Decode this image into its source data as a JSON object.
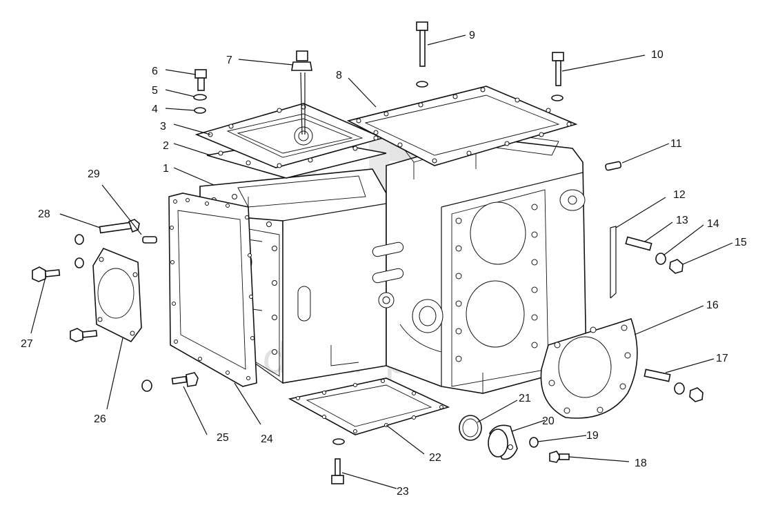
{
  "watermark": {
    "text": "data-parts",
    "color": "#e2e2e2"
  },
  "callouts": [
    {
      "id": "1",
      "label": "1"
    },
    {
      "id": "2",
      "label": "2"
    },
    {
      "id": "3",
      "label": "3"
    },
    {
      "id": "4",
      "label": "4"
    },
    {
      "id": "5",
      "label": "5"
    },
    {
      "id": "6",
      "label": "6"
    },
    {
      "id": "7",
      "label": "7"
    },
    {
      "id": "8",
      "label": "8"
    },
    {
      "id": "9",
      "label": "9"
    },
    {
      "id": "10",
      "label": "10"
    },
    {
      "id": "11",
      "label": "11"
    },
    {
      "id": "12",
      "label": "12"
    },
    {
      "id": "13",
      "label": "13"
    },
    {
      "id": "14",
      "label": "14"
    },
    {
      "id": "15",
      "label": "15"
    },
    {
      "id": "16",
      "label": "16"
    },
    {
      "id": "17",
      "label": "17"
    },
    {
      "id": "18",
      "label": "18"
    },
    {
      "id": "19",
      "label": "19"
    },
    {
      "id": "20",
      "label": "20"
    },
    {
      "id": "21",
      "label": "21"
    },
    {
      "id": "22",
      "label": "22"
    },
    {
      "id": "23",
      "label": "23"
    },
    {
      "id": "24",
      "label": "24"
    },
    {
      "id": "25",
      "label": "25"
    },
    {
      "id": "26",
      "label": "26"
    },
    {
      "id": "27",
      "label": "27"
    },
    {
      "id": "28",
      "label": "28"
    },
    {
      "id": "29",
      "label": "29"
    }
  ]
}
